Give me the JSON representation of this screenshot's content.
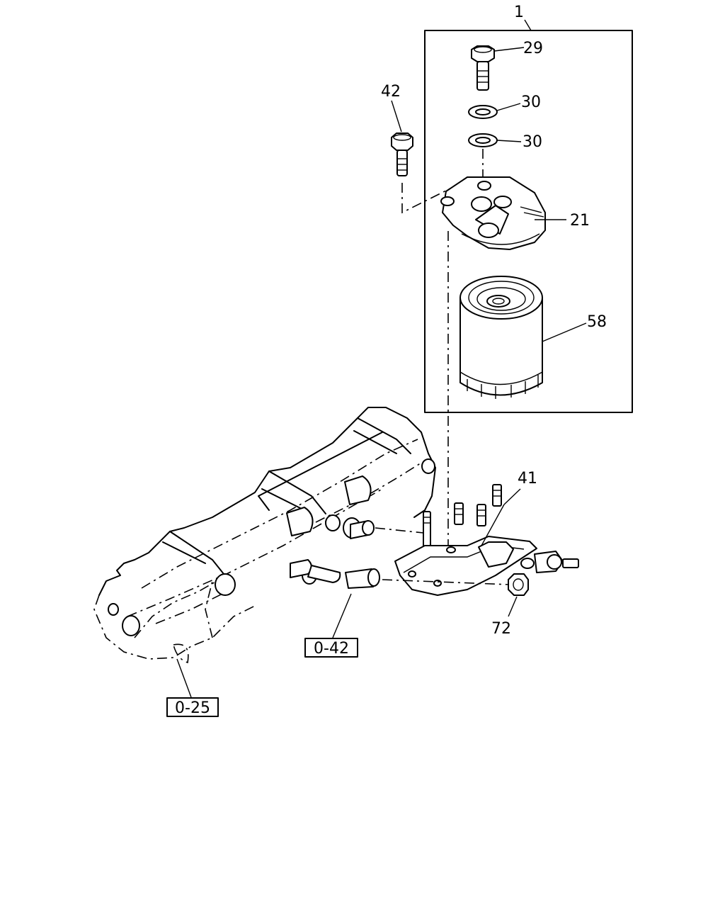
{
  "diagram": {
    "callouts": {
      "c1": "1",
      "c29": "29",
      "c30a": "30",
      "c30b": "30",
      "c42": "42",
      "c21": "21",
      "c58": "58",
      "c41": "41",
      "c72": "72"
    },
    "references": {
      "ref_042": "0-42",
      "ref_025": "0-25"
    }
  }
}
